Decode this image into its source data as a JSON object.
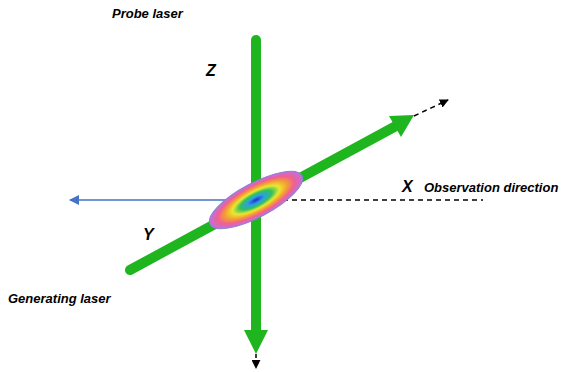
{
  "diagram": {
    "labels": [
      "Probe laser",
      "Z",
      "Y",
      "X",
      "Observation direction",
      "Generating laser"
    ]
  }
}
